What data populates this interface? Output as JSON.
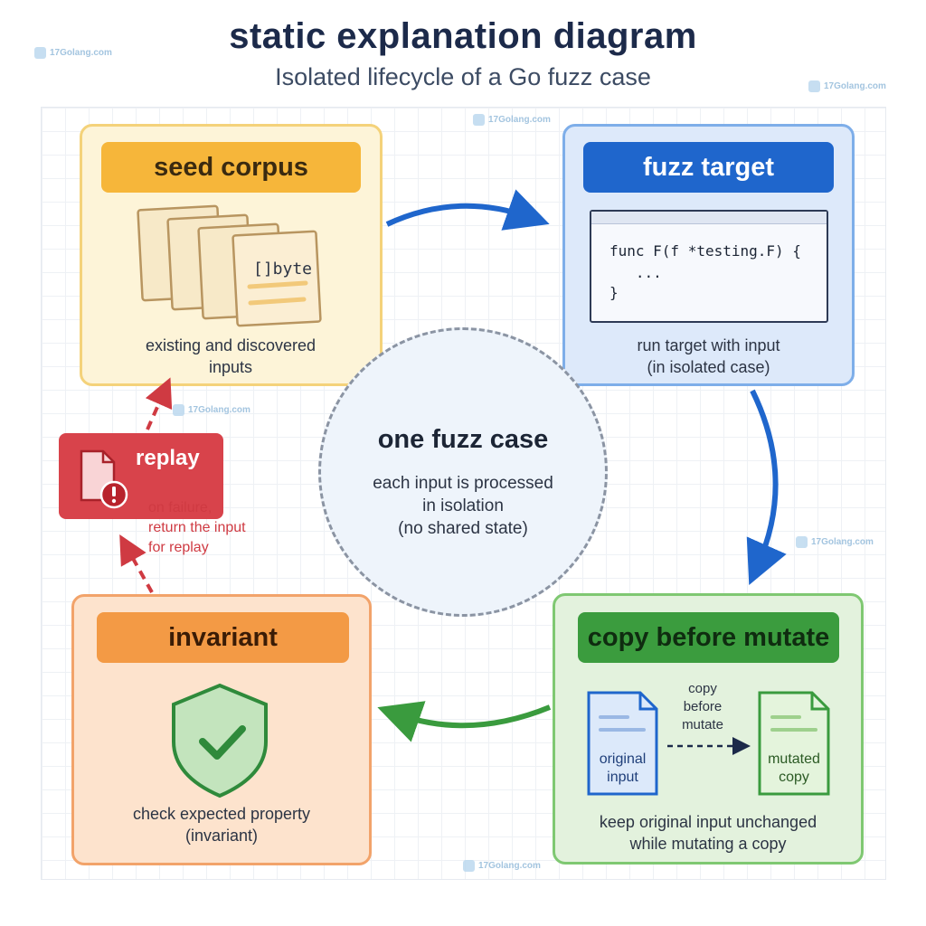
{
  "title": "static explanation diagram",
  "subtitle": "Isolated lifecycle of a Go fuzz case",
  "watermark": "17Golang.com",
  "colors": {
    "seed": "#f6b63a",
    "target": "#1f66cc",
    "copy": "#3b9c3e",
    "invariant": "#f39a45",
    "replay": "#d8434b"
  },
  "seed_corpus": {
    "header": "seed corpus",
    "card_label": "[]byte",
    "caption_line1": "existing and discovered",
    "caption_line2": "inputs"
  },
  "fuzz_target": {
    "header": "fuzz target",
    "code": [
      "func F(f *testing.F) {",
      "   ...",
      "}"
    ],
    "caption_line1": "run target with input",
    "caption_line2": "(in isolated case)"
  },
  "copy_before_mutate": {
    "header": "copy before mutate",
    "original_line1": "original",
    "original_line2": "input",
    "arrow_line1": "copy",
    "arrow_line2": "before",
    "arrow_line3": "mutate",
    "mutated_line1": "mutated",
    "mutated_line2": "copy",
    "caption_line1": "keep original input unchanged",
    "caption_line2": "while mutating a copy"
  },
  "invariant": {
    "header": "invariant",
    "icon": "shield-check-icon",
    "caption_line1": "check expected property",
    "caption_line2": "(invariant)"
  },
  "center": {
    "title": "one fuzz case",
    "line1": "each input is processed",
    "line2": "in isolation",
    "line3": "(no shared state)"
  },
  "replay": {
    "label": "replay",
    "icon": "document-error-icon",
    "note_line1": "on failure,",
    "note_line2": "return the input",
    "note_line3": "for replay"
  }
}
